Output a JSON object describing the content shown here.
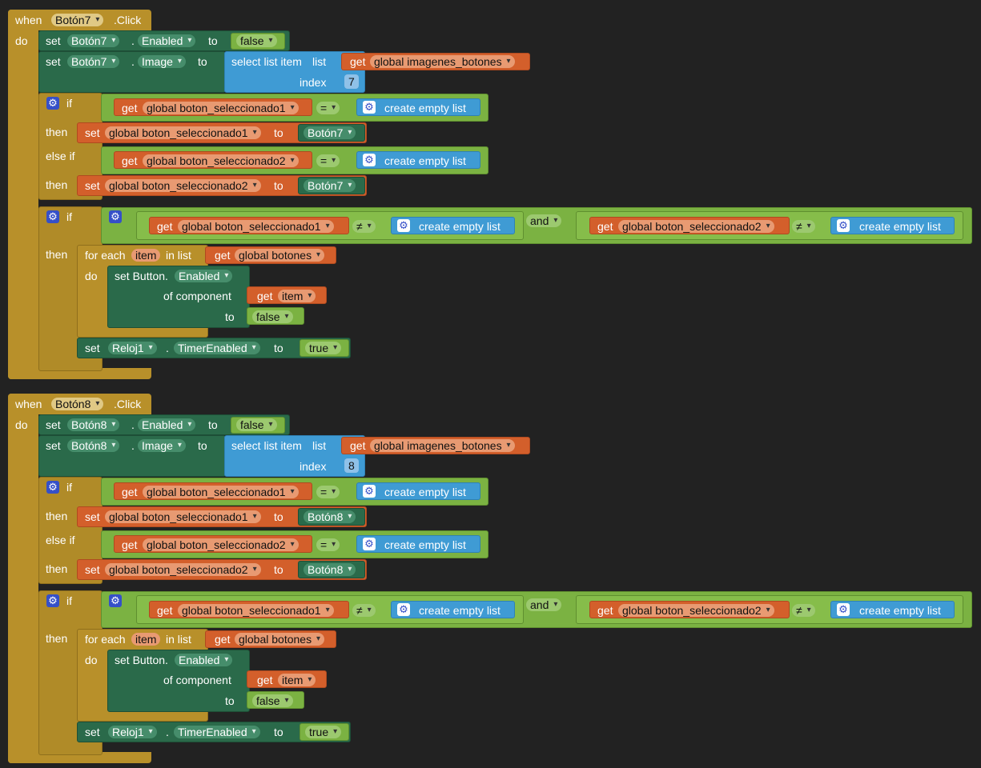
{
  "events": [
    {
      "when": "when",
      "component": "Botón7",
      "event": ".Click",
      "do": "do",
      "set1": {
        "set": "set",
        "component": "Botón7",
        "dot": ".",
        "property": "Enabled",
        "to": "to",
        "value": "false"
      },
      "set2": {
        "set": "set",
        "component": "Botón7",
        "dot": ".",
        "property": "Image",
        "to": "to",
        "select_list_item": "select list item",
        "list": "list",
        "get": "get",
        "var": "global imagenes_botones",
        "index_label": "index",
        "index": "7"
      },
      "if1": {
        "if": "if",
        "then": "then",
        "else_if": "else if",
        "cond1": {
          "get": "get",
          "var": "global boton_seleccionado1",
          "op": "=",
          "create": "create empty list"
        },
        "then1": {
          "set": "set",
          "var": "global boton_seleccionado1",
          "to": "to",
          "value": "Botón7"
        },
        "cond2": {
          "get": "get",
          "var": "global boton_seleccionado2",
          "op": "=",
          "create": "create empty list"
        },
        "then2": {
          "set": "set",
          "var": "global boton_seleccionado2",
          "to": "to",
          "value": "Botón7"
        }
      },
      "if2": {
        "if": "if",
        "then": "then",
        "and": "and",
        "condA": {
          "get": "get",
          "var": "global boton_seleccionado1",
          "op": "≠",
          "create": "create empty list"
        },
        "condB": {
          "get": "get",
          "var": "global boton_seleccionado2",
          "op": "≠",
          "create": "create empty list"
        },
        "foreach": {
          "for_each": "for each",
          "item": "item",
          "in_list": "in list",
          "get": "get",
          "list_var": "global botones",
          "do": "do"
        },
        "setbtn": {
          "set_button": "set Button.",
          "property": "Enabled",
          "of_component": "of component",
          "get": "get",
          "item": "item",
          "to": "to",
          "value": "false"
        },
        "reloj": {
          "set": "set",
          "component": "Reloj1",
          "dot": ".",
          "property": "TimerEnabled",
          "to": "to",
          "value": "true"
        }
      }
    },
    {
      "when": "when",
      "component": "Botón8",
      "event": ".Click",
      "do": "do",
      "set1": {
        "set": "set",
        "component": "Botón8",
        "dot": ".",
        "property": "Enabled",
        "to": "to",
        "value": "false"
      },
      "set2": {
        "set": "set",
        "component": "Botón8",
        "dot": ".",
        "property": "Image",
        "to": "to",
        "select_list_item": "select list item",
        "list": "list",
        "get": "get",
        "var": "global imagenes_botones",
        "index_label": "index",
        "index": "8"
      },
      "if1": {
        "if": "if",
        "then": "then",
        "else_if": "else if",
        "cond1": {
          "get": "get",
          "var": "global boton_seleccionado1",
          "op": "=",
          "create": "create empty list"
        },
        "then1": {
          "set": "set",
          "var": "global boton_seleccionado1",
          "to": "to",
          "value": "Botón8"
        },
        "cond2": {
          "get": "get",
          "var": "global boton_seleccionado2",
          "op": "=",
          "create": "create empty list"
        },
        "then2": {
          "set": "set",
          "var": "global boton_seleccionado2",
          "to": "to",
          "value": "Botón8"
        }
      },
      "if2": {
        "if": "if",
        "then": "then",
        "and": "and",
        "condA": {
          "get": "get",
          "var": "global boton_seleccionado1",
          "op": "≠",
          "create": "create empty list"
        },
        "condB": {
          "get": "get",
          "var": "global boton_seleccionado2",
          "op": "≠",
          "create": "create empty list"
        },
        "foreach": {
          "for_each": "for each",
          "item": "item",
          "in_list": "in list",
          "get": "get",
          "list_var": "global botones",
          "do": "do"
        },
        "setbtn": {
          "set_button": "set Button.",
          "property": "Enabled",
          "of_component": "of component",
          "get": "get",
          "item": "item",
          "to": "to",
          "value": "false"
        },
        "reloj": {
          "set": "set",
          "component": "Reloj1",
          "dot": ".",
          "property": "TimerEnabled",
          "to": "to",
          "value": "true"
        }
      }
    }
  ],
  "icons": {
    "mutator": "gear-icon"
  },
  "colors": {
    "background": "#222222",
    "control": "#b08b28",
    "component": "#2a6a4a",
    "variable": "#d35f2b",
    "list": "#3f9bd4",
    "logic": "#7bb242"
  }
}
